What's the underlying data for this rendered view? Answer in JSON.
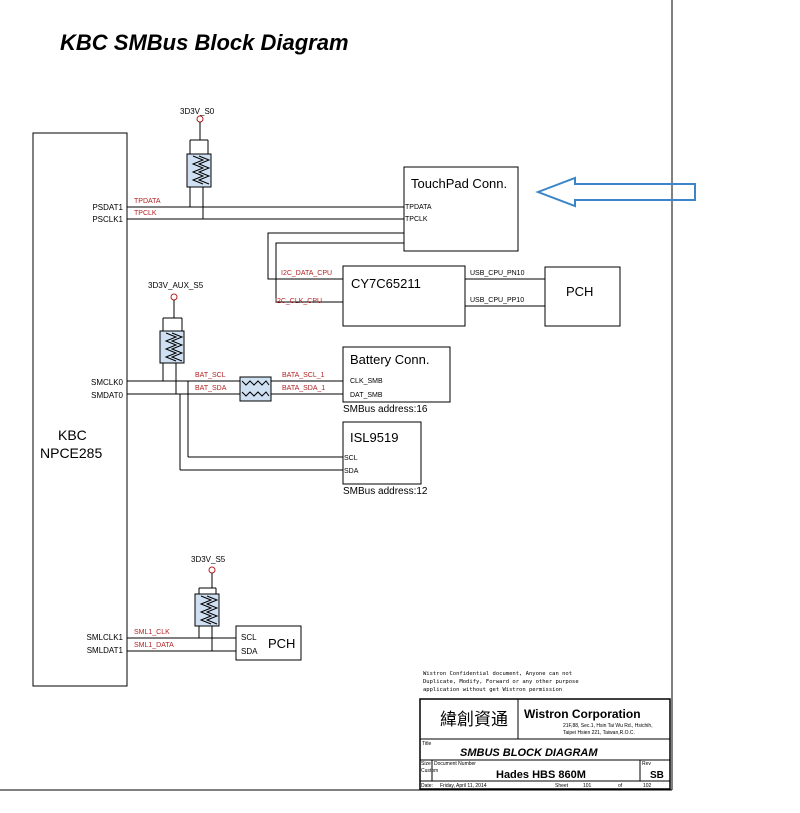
{
  "title": "KBC SMBus Block Diagram",
  "kbc": {
    "line1": "KBC",
    "line2": "NPCE285"
  },
  "kbc_pins": {
    "psdat1": "PSDAT1",
    "psclk1": "PSCLK1",
    "smclk0": "SMCLK0",
    "smdat0": "SMDAT0",
    "smlclk1": "SMLCLK1",
    "smldat1": "SMLDAT1"
  },
  "power": {
    "s0": "3D3V_S0",
    "aux_s5": "3D3V_AUX_S5",
    "s5": "3D3V_S5"
  },
  "nets": {
    "tpdata": "TPDATA",
    "tpclk": "TPCLK",
    "i2c_data": "I2C_DATA_CPU",
    "i2c_clk": "I2C_CLK_CPU",
    "usb_pn10": "USB_CPU_PN10",
    "usb_pp10": "USB_CPU_PP10",
    "bat_scl": "BAT_SCL",
    "bat_sda": "BAT_SDA",
    "bat_scl_1": "BATA_SCL_1",
    "bat_sda_1": "BATA_SDA_1",
    "sml1_clk": "SML1_CLK",
    "sml1_data": "SML1_DATA"
  },
  "touchpad": {
    "title": "TouchPad Conn.",
    "pin_data": "TPDATA",
    "pin_clk": "TPCLK"
  },
  "cy7c": {
    "title": "CY7C65211"
  },
  "pch_top": {
    "title": "PCH"
  },
  "battery": {
    "title": "Battery Conn.",
    "pin_clk": "CLK_SMB",
    "pin_dat": "DAT_SMB",
    "address": "SMBus address:16"
  },
  "isl": {
    "title": "ISL9519",
    "pin_scl": "SCL",
    "pin_sda": "SDA",
    "address": "SMBus address:12"
  },
  "pch_bottom": {
    "title": "PCH",
    "pin_scl": "SCL",
    "pin_sda": "SDA"
  },
  "confidential": {
    "line1": "Wistron Confidential document, Anyone can not",
    "line2": "Duplicate, Modify, Forward or any other purpose",
    "line3": "application without get Wistron permission"
  },
  "title_block": {
    "chinese": "緯創資通",
    "company": "Wistron Corporation",
    "addr1": "21F,88, Sec.1, Hsin Tai Wu Rd., Hsichih,",
    "addr2": "Taipei Hsien 221, Taiwan,R.O.C.",
    "title_label": "Title",
    "drawing_title": "SMBUS BLOCK DIAGRAM",
    "size_label": "Size",
    "size_value": "Custom",
    "docnum_label": "Document Number",
    "docnum_value": "Hades  HBS 860M",
    "rev_label": "Rev",
    "rev_value": "SB",
    "date_label": "Date:",
    "date_value": "Friday, April 11, 2014",
    "sheet_label": "Sheet",
    "sheet_value": "101",
    "of_label": "of",
    "of_value": "102"
  },
  "colors": {
    "line": "#000000",
    "net_label": "#b22222",
    "arrow": "#3a86c8",
    "resistor_fill": "#cfe0f3"
  }
}
